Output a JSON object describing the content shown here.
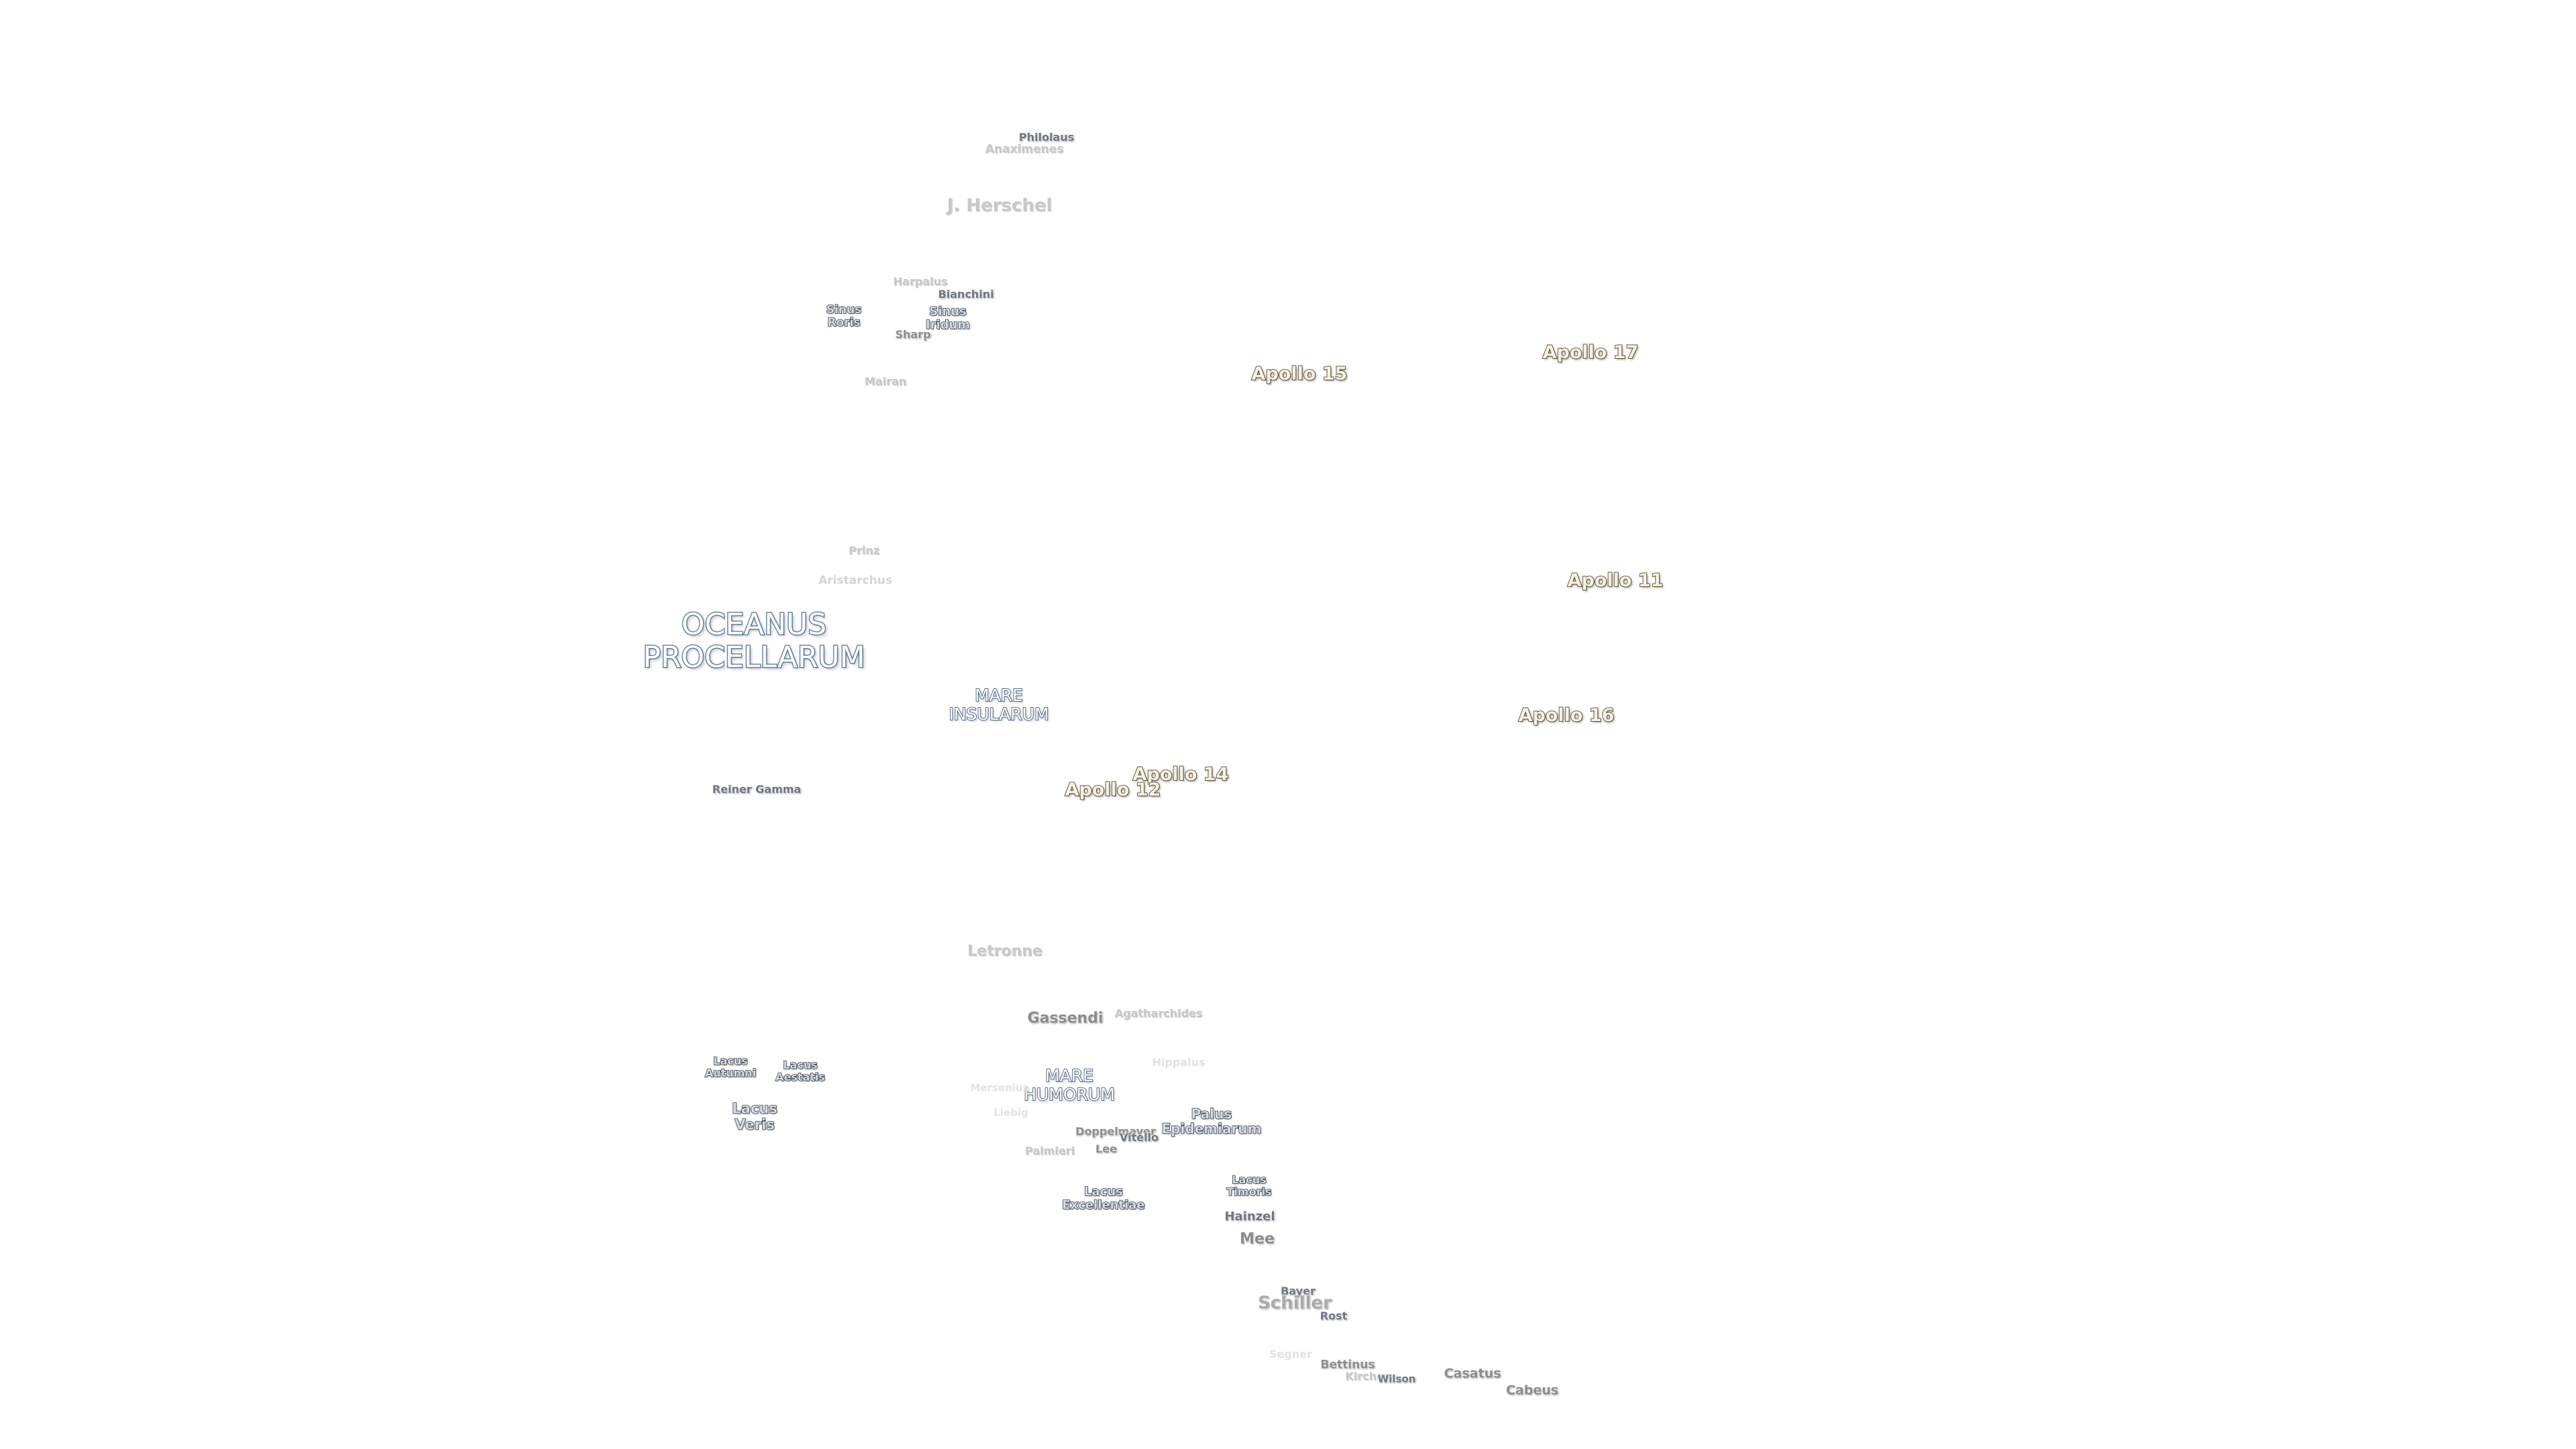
{
  "labels": {
    "philolaus": "Philolaus",
    "anaximenes": "Anaximenes",
    "j_herschel": "J. Herschel",
    "harpalus": "Harpalus",
    "bianchini": "Bianchini",
    "sinus_roris": "Sinus\nRoris",
    "sinus_iridum": "Sinus\nIridum",
    "sharp": "Sharp",
    "mairan": "Mairan",
    "prinz": "Prinz",
    "aristarchus": "Aristarchus",
    "oceanus_procellarum": "OCEANUS\nPROCELLARUM",
    "mare_insularum": "MARE\nINSULARUM",
    "reiner_gamma": "Reiner Gamma",
    "apollo_15": "Apollo 15",
    "apollo_17": "Apollo 17",
    "apollo_11": "Apollo 11",
    "apollo_16": "Apollo 16",
    "apollo_14": "Apollo 14",
    "apollo_12": "Apollo 12",
    "letronne": "Letronne",
    "gassendi": "Gassendi",
    "agatharchides": "Agatharchides",
    "hippalus": "Hippalus",
    "lacus_autumni": "Lacus\nAutumni",
    "lacus_aestatis": "Lacus\nAestatis",
    "lacus_veris": "Lacus\nVeris",
    "mare_humorum": "MARE\nHUMORUM",
    "mersenius": "Mersenius",
    "liebig": "Liebig",
    "palus_epidemiarum": "Palus\nEpidemiarum",
    "doppelmayer": "Doppelmayer",
    "vitello": "Vitello",
    "lee": "Lee",
    "palmieri": "Palmieri",
    "lacus_excellentiae": "Lacus\nExcellentiae",
    "lacus_timoris": "Lacus\nTimoris",
    "hainzel": "Hainzel",
    "mee": "Mee",
    "bayer": "Bayer",
    "schiller": "Schiller",
    "rost": "Rost",
    "segner": "Segner",
    "bettinus": "Bettinus",
    "kircher": "Kircher",
    "wilson": "Wilson",
    "casatus": "Casatus",
    "cabeus": "Cabeus"
  },
  "colors": {
    "background": "#ffffff",
    "crater_text": "#8c8c8c",
    "mare_outline": "#5a6f8c",
    "feature_outline": "#3b4656",
    "apollo_outline": "#6b5e42"
  }
}
